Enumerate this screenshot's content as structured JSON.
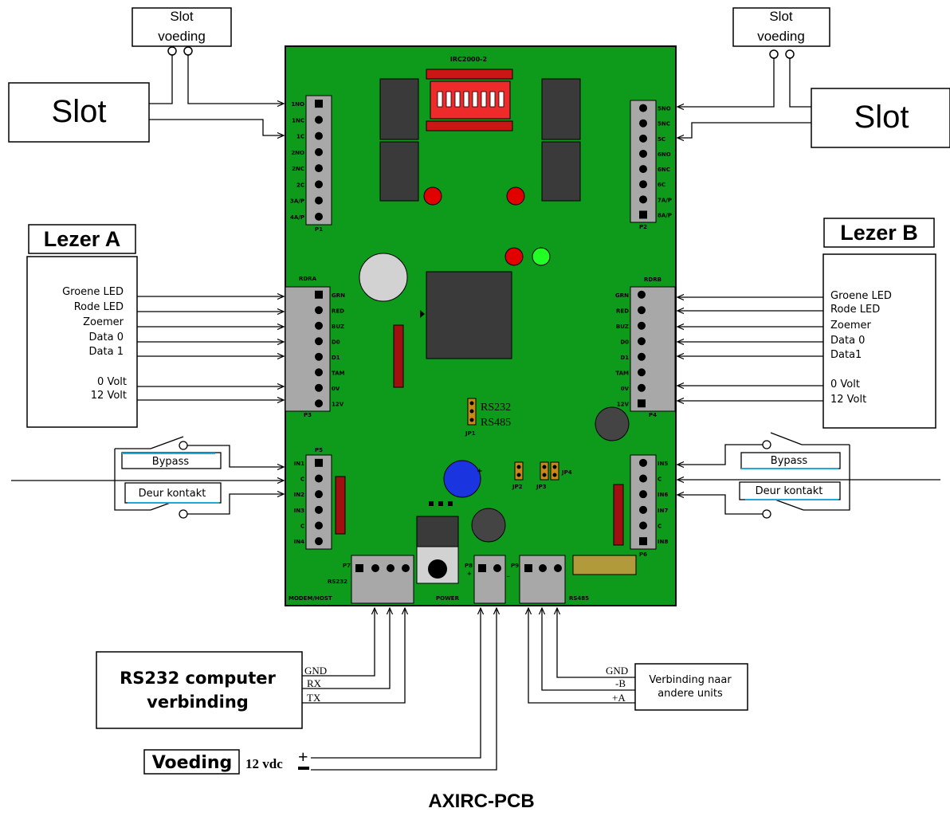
{
  "diagram": {
    "title": "AXIRC-PCB",
    "board_model": "IRC2000-2",
    "top_left": {
      "slot_supply": [
        "Slot",
        "voeding"
      ],
      "lock": "Slot"
    },
    "top_right": {
      "slot_supply": [
        "Slot",
        "voeding"
      ],
      "lock": "Slot"
    },
    "reader_a": {
      "title": "Lezer A",
      "signals": [
        "Groene LED",
        "Rode LED",
        "Zoemer",
        "Data 0",
        "Data 1"
      ],
      "power": [
        "0 Volt",
        "12 Volt"
      ]
    },
    "reader_b": {
      "title": "Lezer B",
      "signals": [
        "Groene LED",
        "Rode LED",
        "Zoemer",
        "Data 0",
        "Data1"
      ],
      "power": [
        "0 Volt",
        "12 Volt"
      ]
    },
    "inputs_left": {
      "bypass": "Bypass",
      "door_contact": "Deur kontakt"
    },
    "inputs_right": {
      "bypass": "Bypass",
      "door_contact": "Deur kontakt"
    },
    "connectors": {
      "P1": {
        "name": "P1",
        "pins": [
          "1NO",
          "1NC",
          "1C",
          "2NO",
          "2NC",
          "2C",
          "3A/P",
          "4A/P"
        ]
      },
      "P2": {
        "name": "P2",
        "pins": [
          "5NO",
          "5NC",
          "5C",
          "6NO",
          "6NC",
          "6C",
          "7A/P",
          "8A/P"
        ]
      },
      "P3": {
        "name": "P3",
        "header": "RDRA",
        "pins": [
          "GRN",
          "RED",
          "BUZ",
          "D0",
          "D1",
          "TAM",
          "0V",
          "12V"
        ]
      },
      "P4": {
        "name": "P4",
        "header": "RDRB",
        "pins": [
          "GRN",
          "RED",
          "BUZ",
          "D0",
          "D1",
          "TAM",
          "0V",
          "12V"
        ]
      },
      "P5": {
        "name": "P5",
        "pins": [
          "IN1",
          "C",
          "IN2",
          "IN3",
          "C",
          "IN4"
        ]
      },
      "P6": {
        "name": "P6",
        "pins": [
          "IN5",
          "C",
          "IN6",
          "IN7",
          "C",
          "IN8"
        ]
      },
      "P7": {
        "name": "P7",
        "sub": "RS232",
        "label": "MODEM/HOST"
      },
      "P8": {
        "name": "P8",
        "label": "POWER",
        "plus": "+",
        "minus": "_"
      },
      "P9": {
        "name": "P9",
        "label": "RS485"
      }
    },
    "jumpers": {
      "JP1": "JP1",
      "JP2": "JP2",
      "JP3": "JP3",
      "JP4": "JP4",
      "rs232": "RS232",
      "rs485": "RS485"
    },
    "rs232_box": {
      "text": [
        "RS232 computer",
        "verbinding"
      ],
      "lines": [
        "GND",
        "RX",
        "TX"
      ]
    },
    "rs485_box": {
      "text": [
        "Verbinding naar",
        "andere units"
      ],
      "lines": [
        "GND",
        "-B",
        "+A"
      ]
    },
    "power_box": {
      "label": "Voeding",
      "voltage": "12 vdc",
      "plus": "+",
      "minus": "-"
    }
  }
}
